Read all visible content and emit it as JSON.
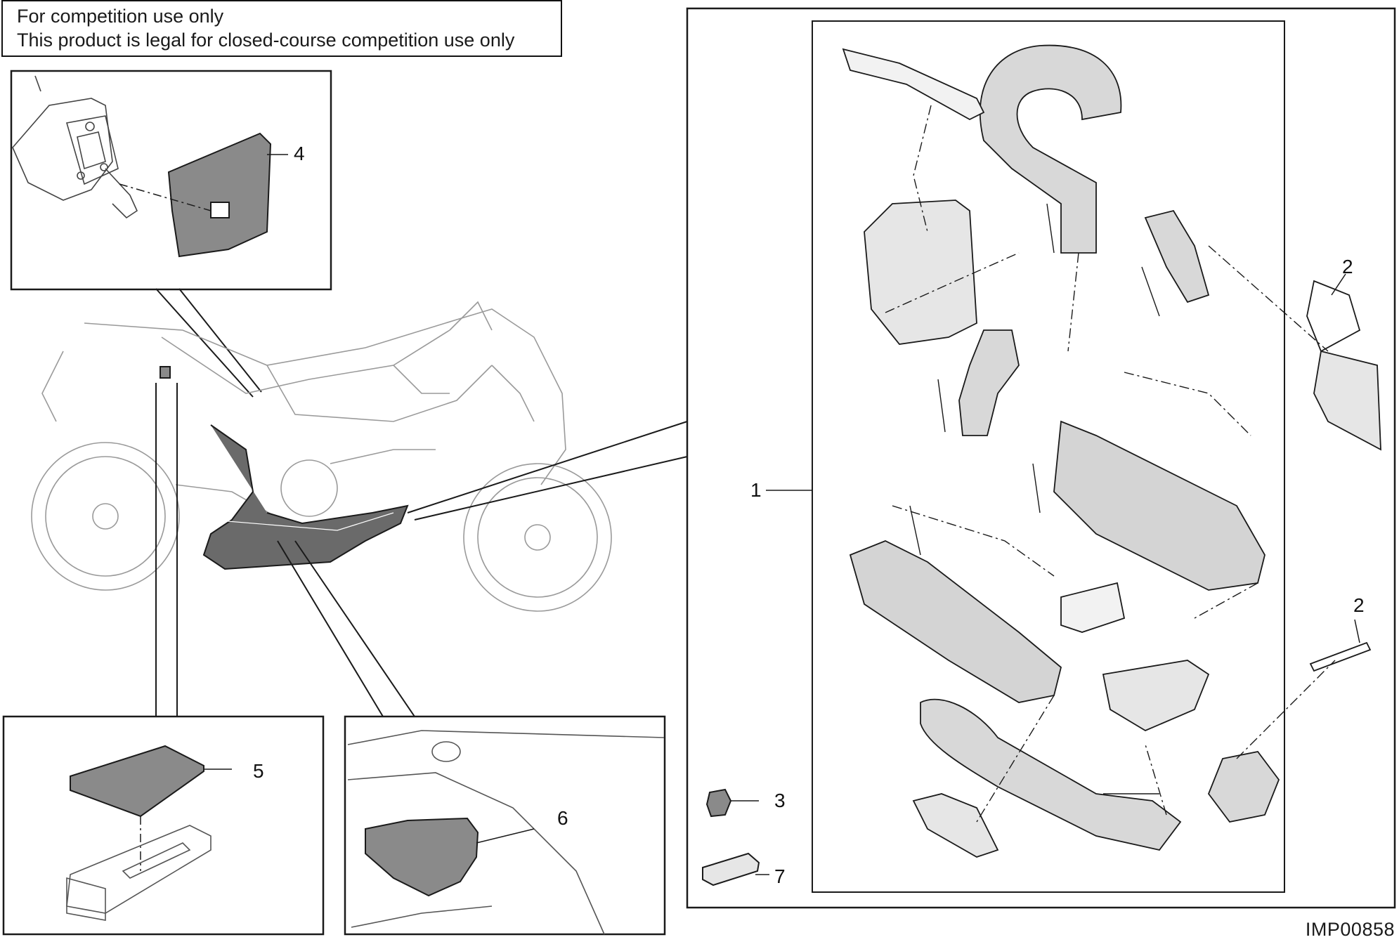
{
  "notice": {
    "line1": "For competition use only",
    "line2": "This product is legal for closed-course competition use only"
  },
  "callouts": [
    {
      "id": "1",
      "label": "1"
    },
    {
      "id": "2a",
      "label": "2"
    },
    {
      "id": "2b",
      "label": "2"
    },
    {
      "id": "3",
      "label": "3"
    },
    {
      "id": "4",
      "label": "4"
    },
    {
      "id": "5",
      "label": "5"
    },
    {
      "id": "6",
      "label": "6"
    },
    {
      "id": "7",
      "label": "7"
    }
  ],
  "reference_code": "IMP00858",
  "colors": {
    "line": "#1a1a1a",
    "part_fill": "#8a8a8a",
    "light_line": "#9a9a9a",
    "background": "#ffffff"
  }
}
